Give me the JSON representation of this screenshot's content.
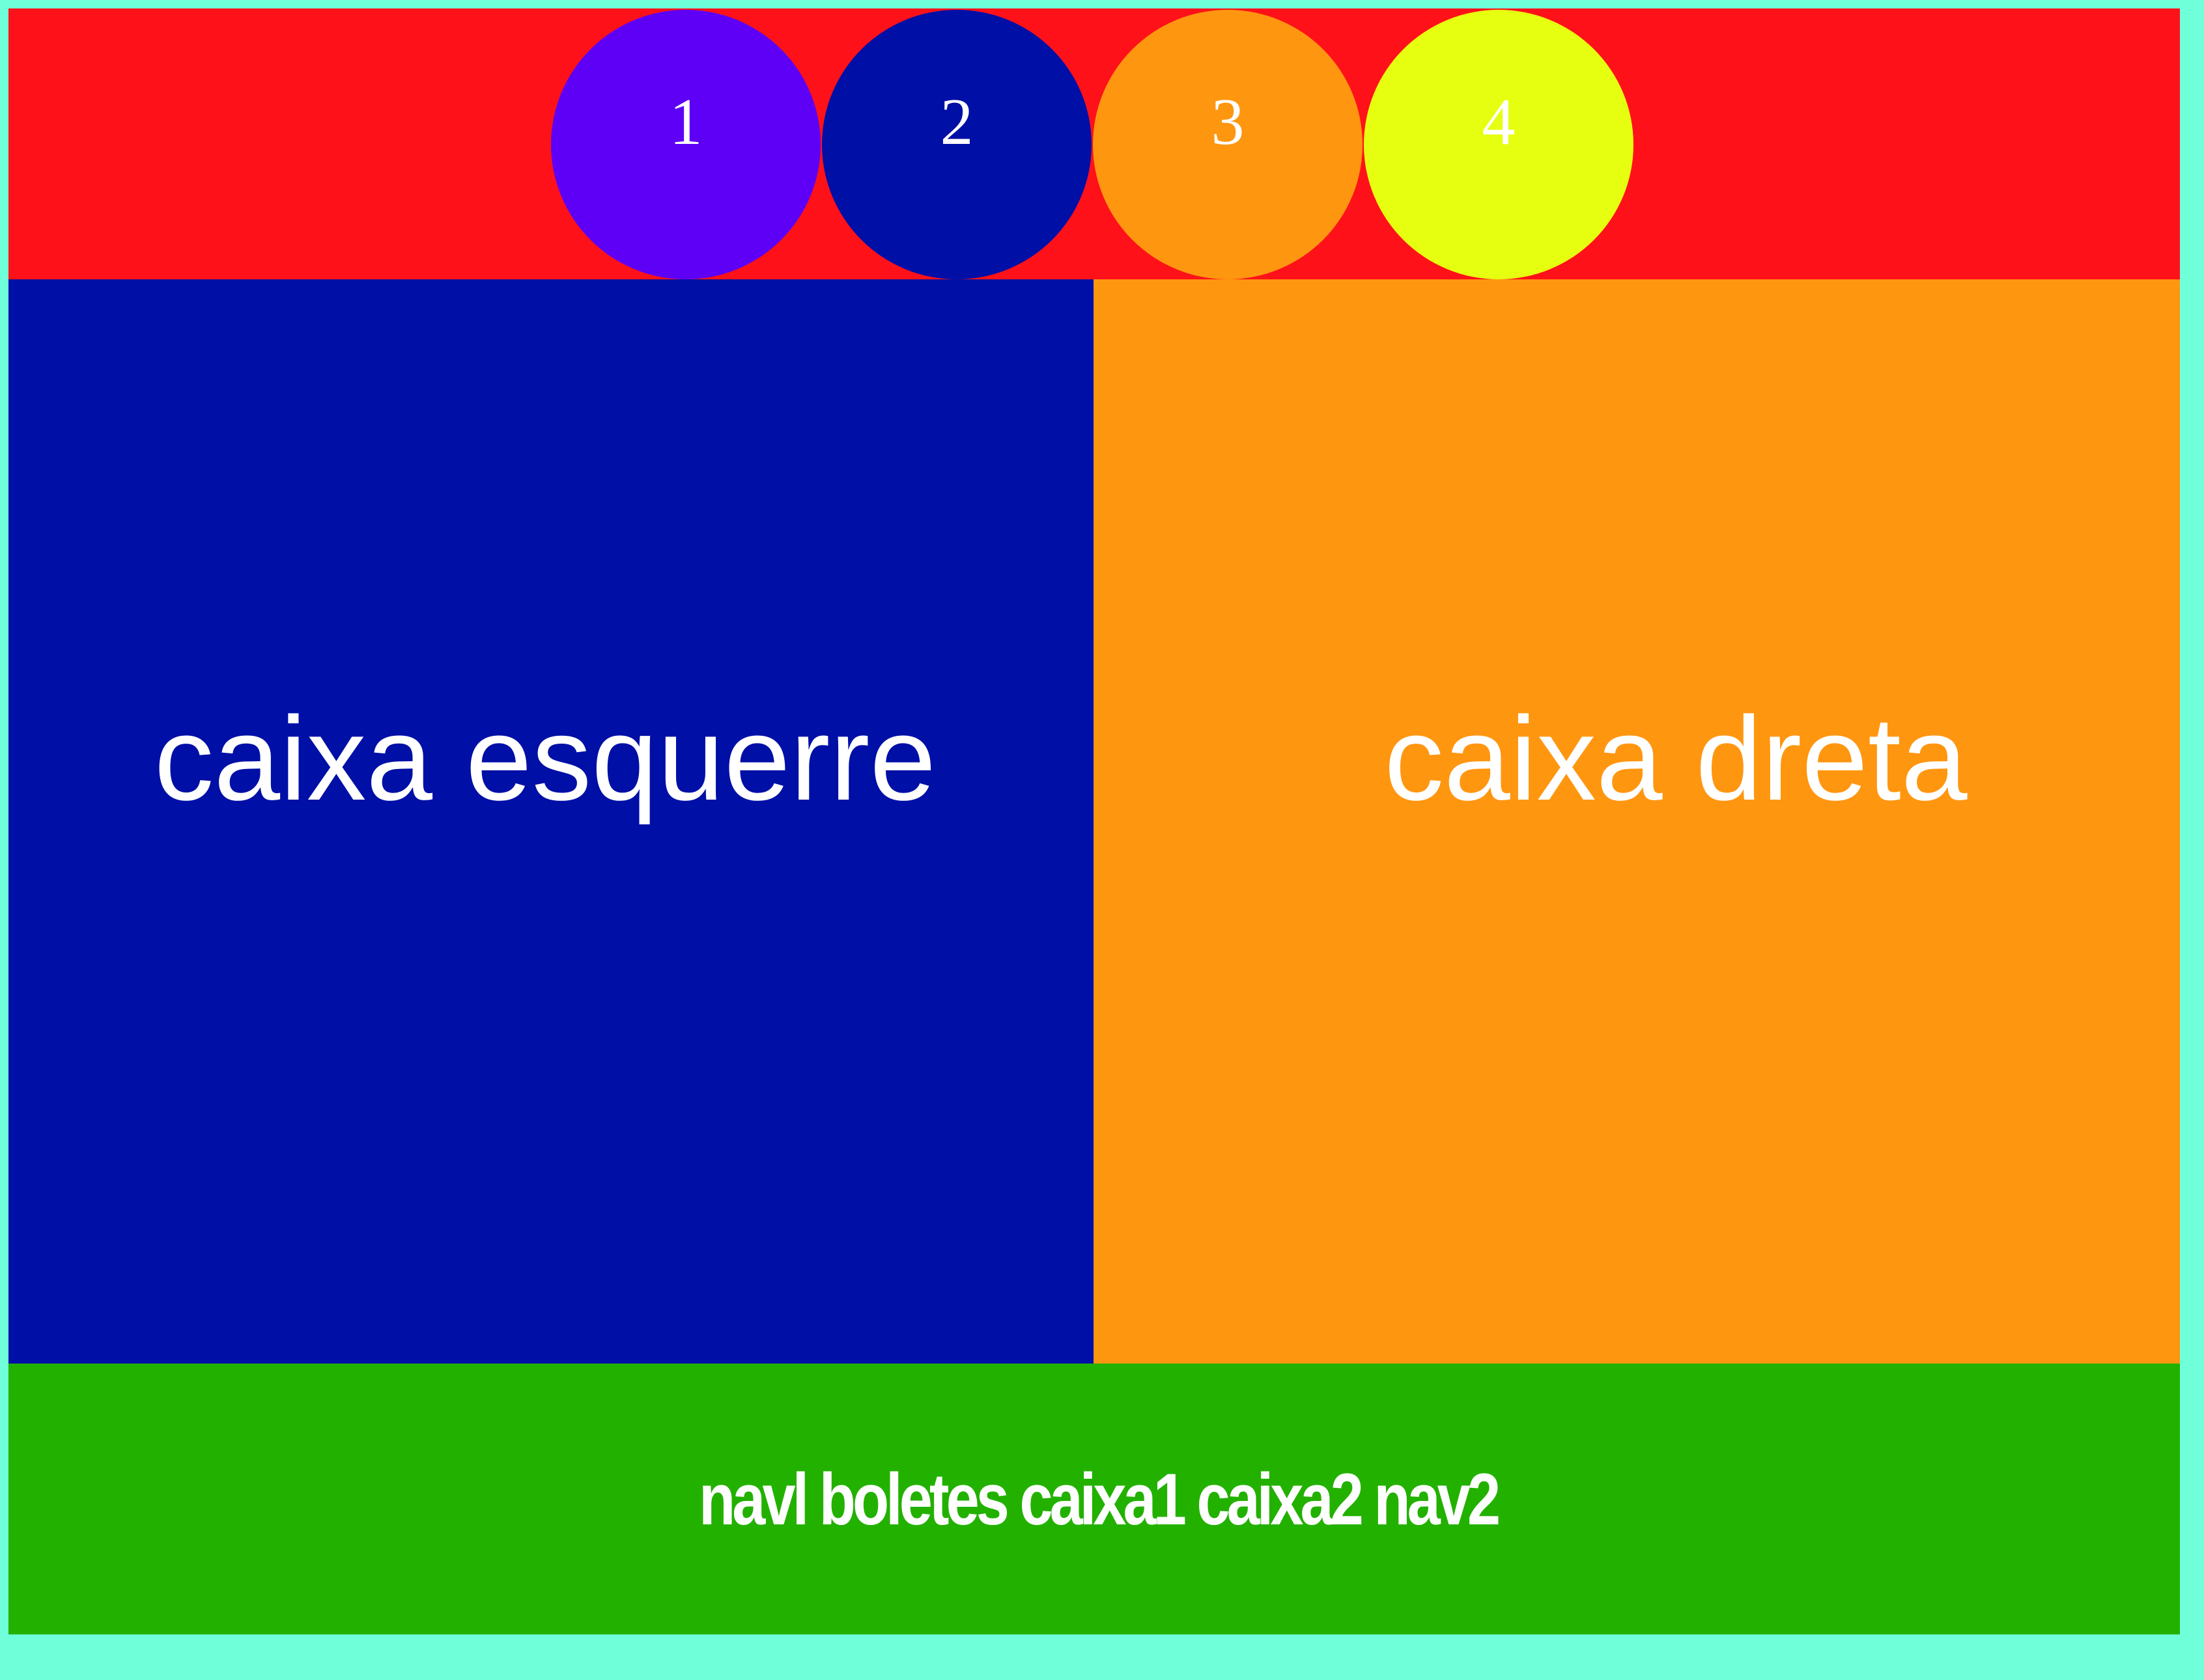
{
  "colors": {
    "frame_border": "#6FFFD9",
    "header_bg": "#FF1119",
    "text": "#FFFFFF",
    "left_box_bg": "#000FA6",
    "right_box_bg": "#FF9610",
    "footer_bg": "#23B100"
  },
  "header": {
    "bullets": [
      {
        "label": "1",
        "color": "#5E00F5"
      },
      {
        "label": "2",
        "color": "#000FA6"
      },
      {
        "label": "3",
        "color": "#FF9610"
      },
      {
        "label": "4",
        "color": "#E6FF10"
      }
    ]
  },
  "main": {
    "left_box": {
      "label": "caixa esquerre"
    },
    "right_box": {
      "label": "caixa dreta"
    }
  },
  "footer": {
    "text": "navl boletes caixa1 caixa2 nav2"
  }
}
